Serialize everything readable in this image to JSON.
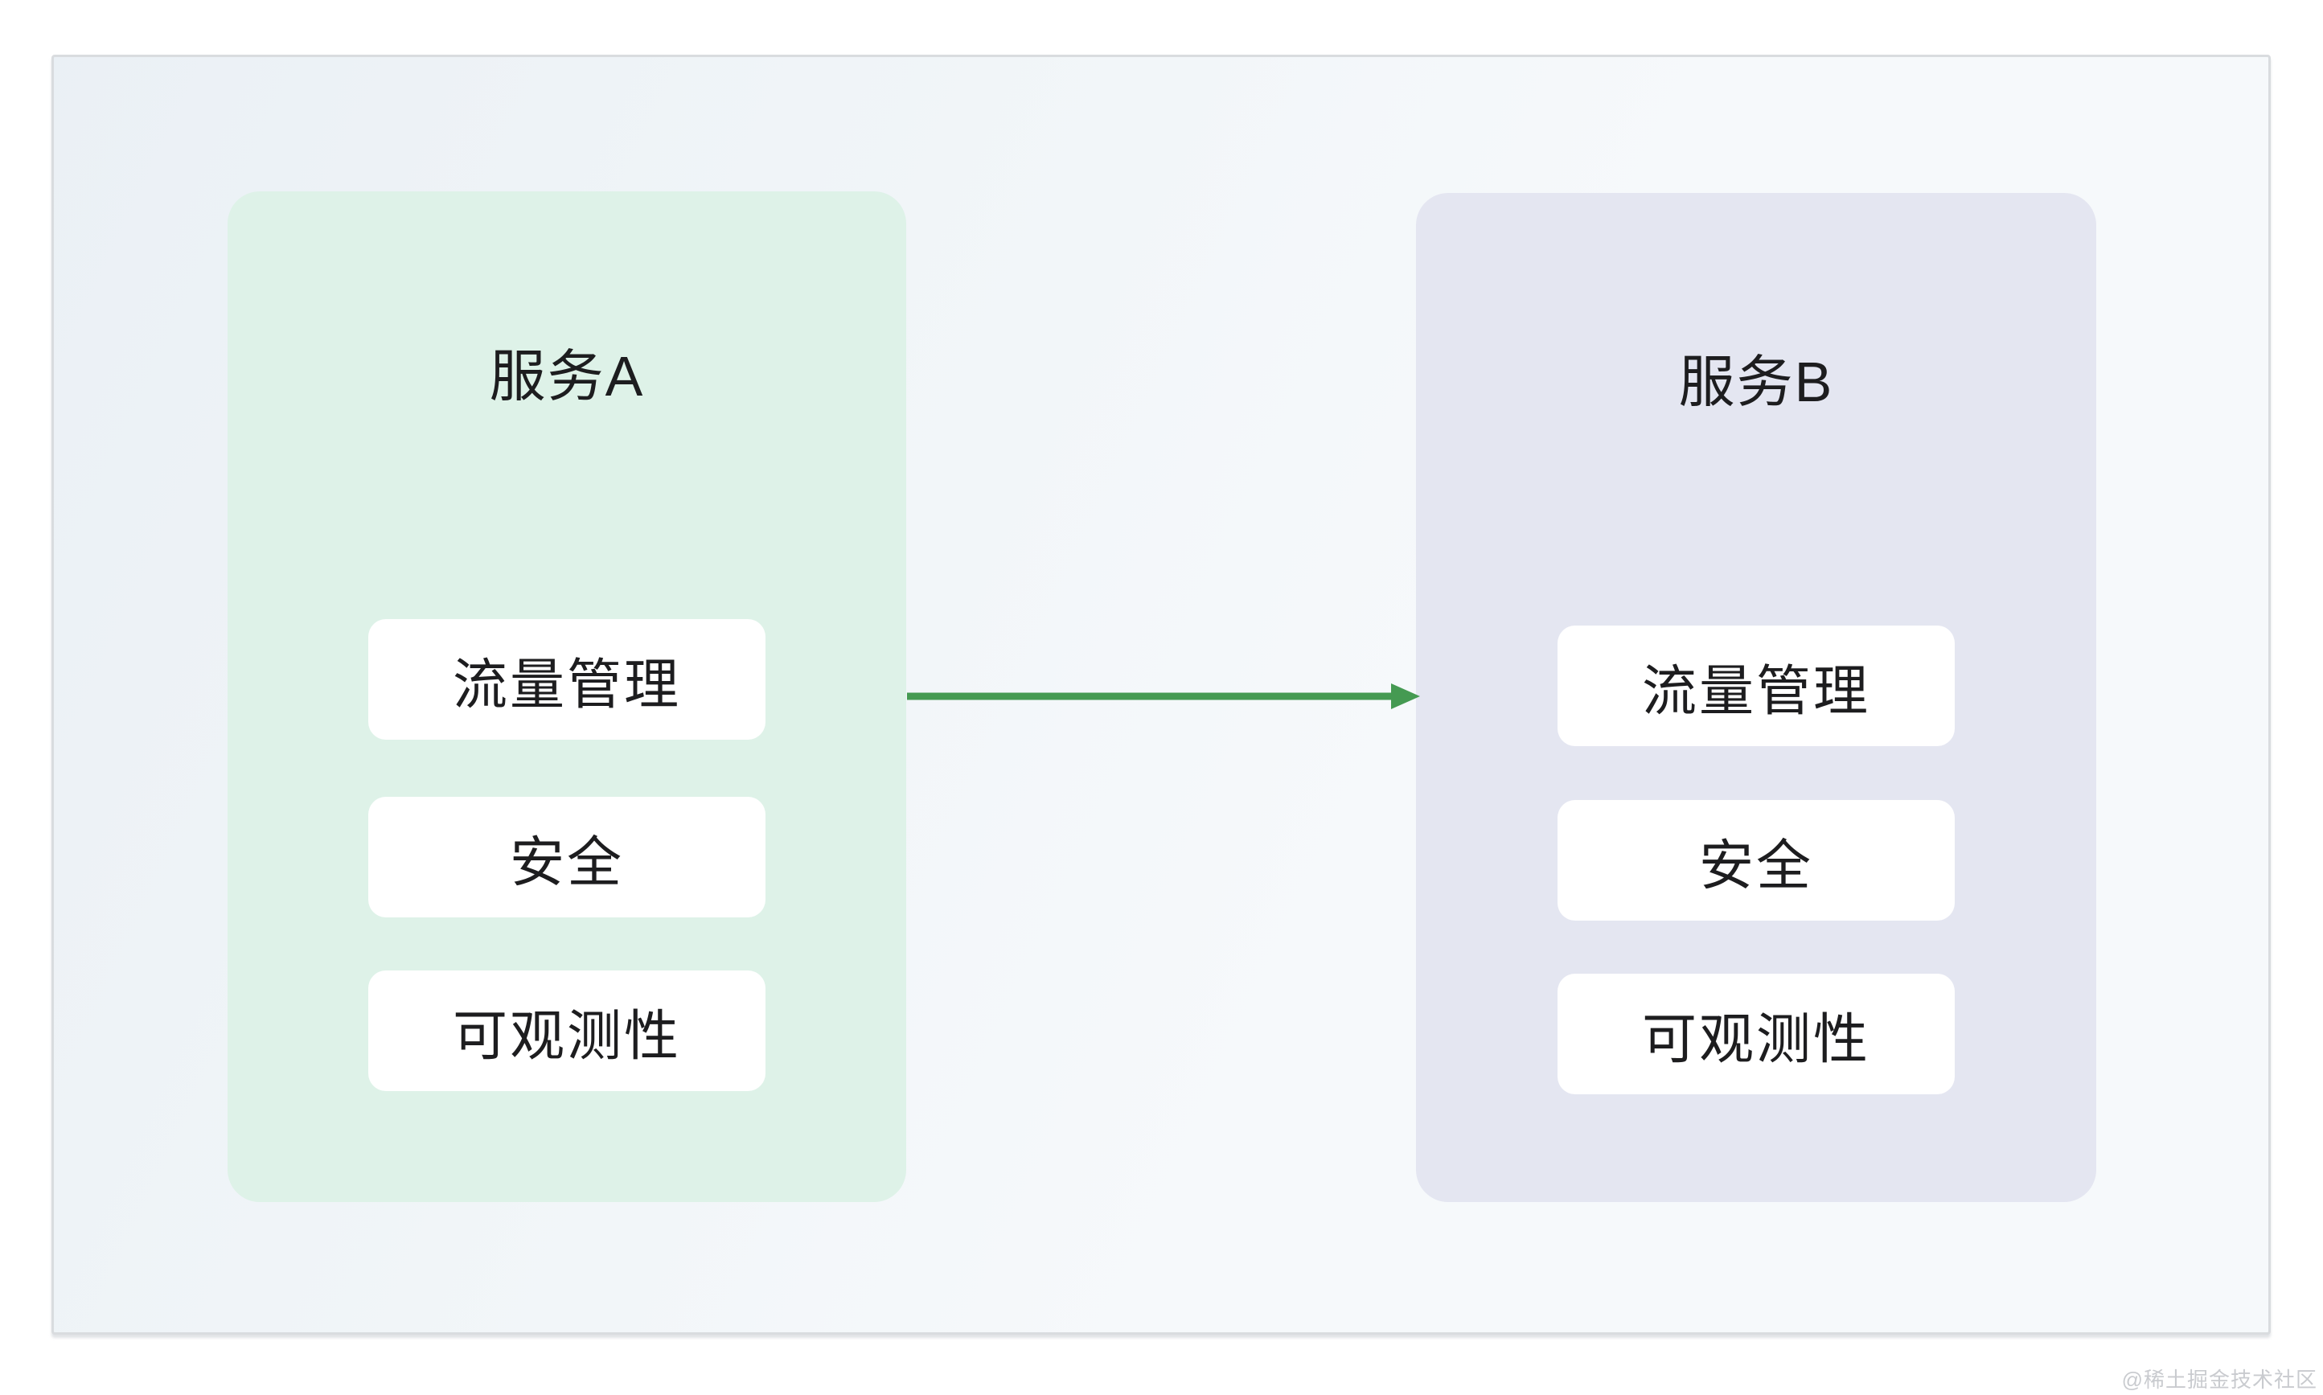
{
  "diagram": {
    "services": [
      {
        "id": "service-a",
        "title": "服务A",
        "items": [
          "流量管理",
          "安全",
          "可观测性"
        ]
      },
      {
        "id": "service-b",
        "title": "服务B",
        "items": [
          "流量管理",
          "安全",
          "可观测性"
        ]
      }
    ],
    "arrow": {
      "from": "service-a",
      "to": "service-b",
      "color": "#459a52"
    },
    "colors": {
      "service_a_bg": "#def2e8",
      "service_b_bg": "#e4e6f1",
      "item_bg": "#ffffff",
      "frame_bg": "#f6f9fb",
      "frame_border": "#d9dcdf",
      "text": "#1d1d1f",
      "watermark": "#c9cbcf"
    },
    "watermark": "@稀土掘金技术社区"
  }
}
